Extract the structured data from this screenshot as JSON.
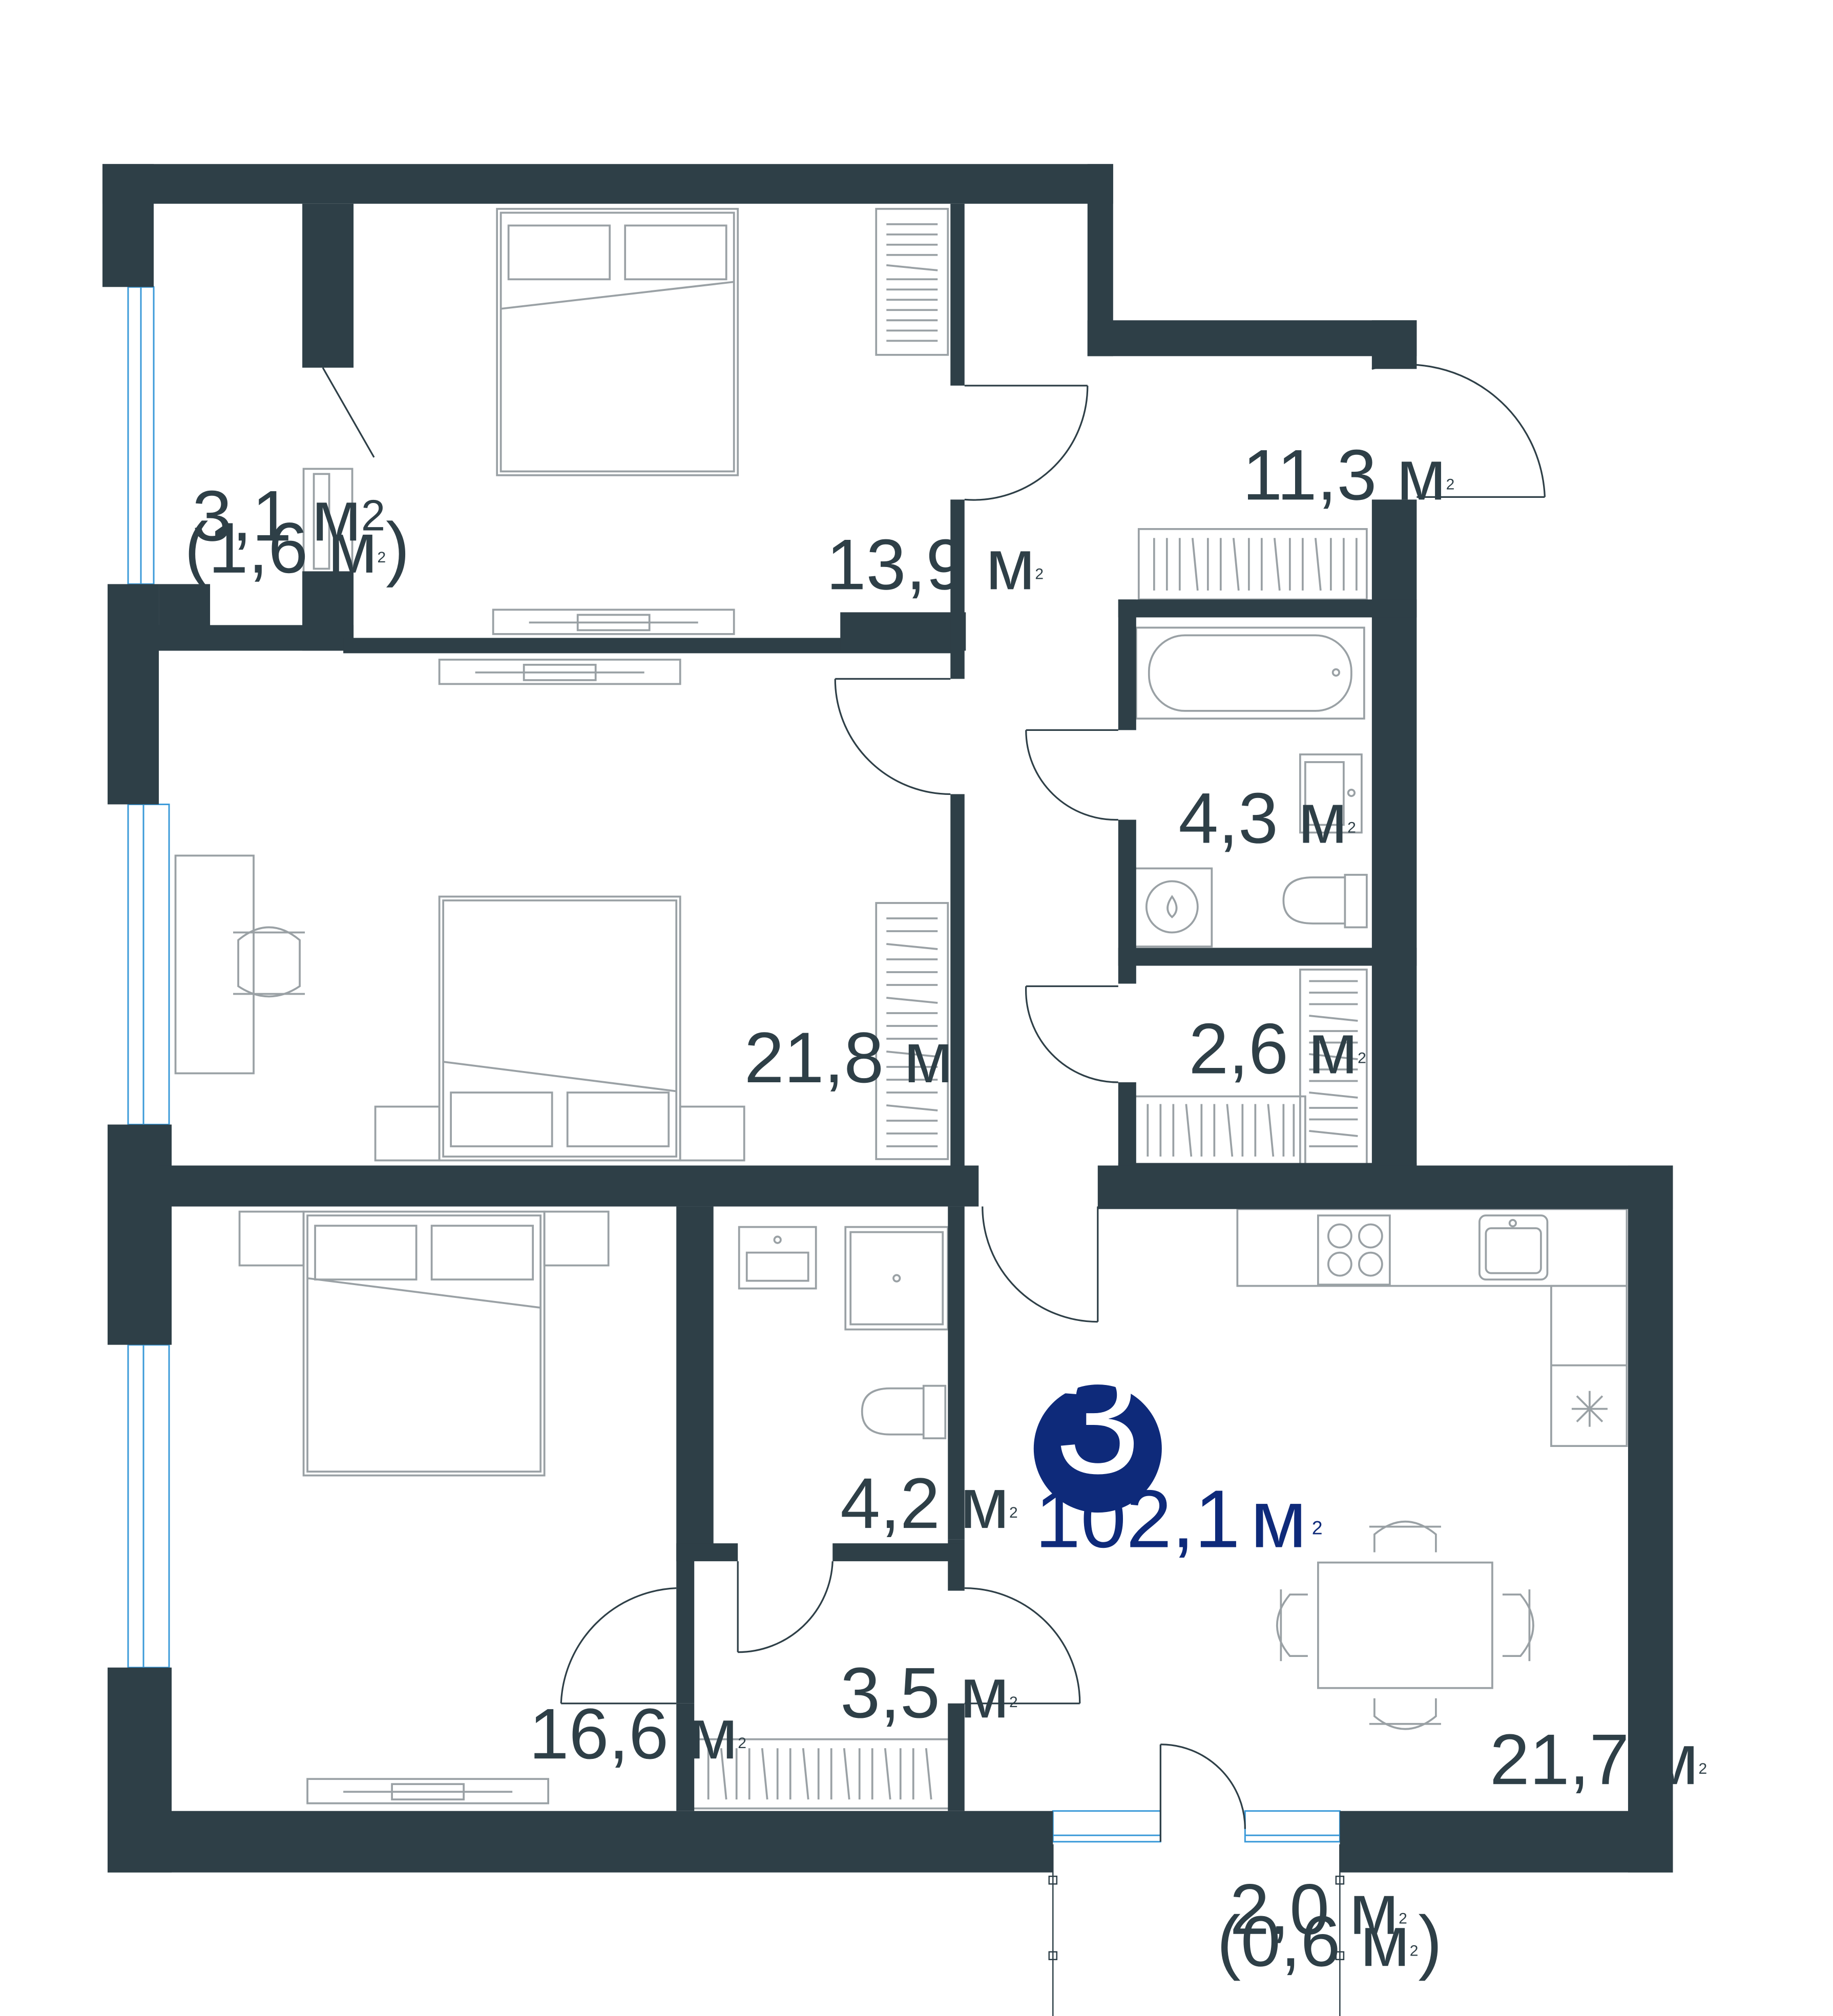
{
  "apartment": {
    "rooms_count": "3",
    "total_area": "102,1",
    "area_unit": "м",
    "unit_power": "2"
  },
  "colors": {
    "wall": "#2e3f47",
    "accent": "#0e2a7a",
    "furniture": "#9aa1a5",
    "window": "#3b9ad9"
  },
  "rooms": [
    {
      "id": "wardrobe_left",
      "area": "3,1 м",
      "sub_area": "(1,6 м"
    },
    {
      "id": "bedroom_top",
      "area": "13,9 м"
    },
    {
      "id": "hallway",
      "area": "11,3 м"
    },
    {
      "id": "bedroom_middle",
      "area": "21,8 м"
    },
    {
      "id": "bathroom",
      "area": "4,3 м"
    },
    {
      "id": "storage",
      "area": "2,6 м"
    },
    {
      "id": "bedroom_bottom",
      "area": "16,6 м"
    },
    {
      "id": "wc",
      "area": "4,2 м"
    },
    {
      "id": "corridor_small",
      "area": "3,5 м"
    },
    {
      "id": "kitchen_living",
      "area": "21,7 м"
    },
    {
      "id": "balcony",
      "area": "2,0 м",
      "sub_area": "(0,6 м"
    }
  ]
}
